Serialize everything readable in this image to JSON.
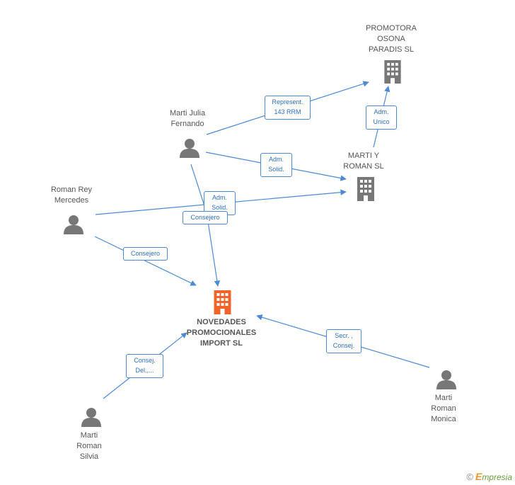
{
  "colors": {
    "edge": "#4a8ad6",
    "company": "#777777",
    "company_main": "#f0642a",
    "person": "#777777"
  },
  "nodes": {
    "promotora": {
      "label": "PROMOTORA\nOSONA\nPARADIS SL",
      "icon": "building-icon"
    },
    "marti_y_roman": {
      "label": "MARTI Y\nROMAN SL",
      "icon": "building-icon"
    },
    "novedades": {
      "label": "NOVEDADES\nPROMOCIONALES\nIMPORT SL",
      "icon": "building-icon"
    },
    "marti_julia": {
      "label": "Marti Julia\nFernando",
      "icon": "person-icon"
    },
    "roman_rey": {
      "label": "Roman Rey\nMercedes",
      "icon": "person-icon"
    },
    "marti_silvia": {
      "label": "Marti\nRoman\nSilvia",
      "icon": "person-icon"
    },
    "marti_monica": {
      "label": "Marti\nRoman\nMonica",
      "icon": "person-icon"
    }
  },
  "edges": {
    "represent": "Represent.\n143 RRM",
    "adm_unico": "Adm.\nUnico",
    "adm_solid_1": "Adm.\nSolid.",
    "adm_solid_2": "Adm.\nSolid.",
    "consejero_1": "Consejero",
    "consejero_2": "Consejero",
    "consej_del": "Consej.\nDel.,...",
    "secr_consej": "Secr. ,\nConsej."
  },
  "footer": {
    "copyright": "©",
    "brand_initial": "E",
    "brand_rest": "mpresia"
  }
}
